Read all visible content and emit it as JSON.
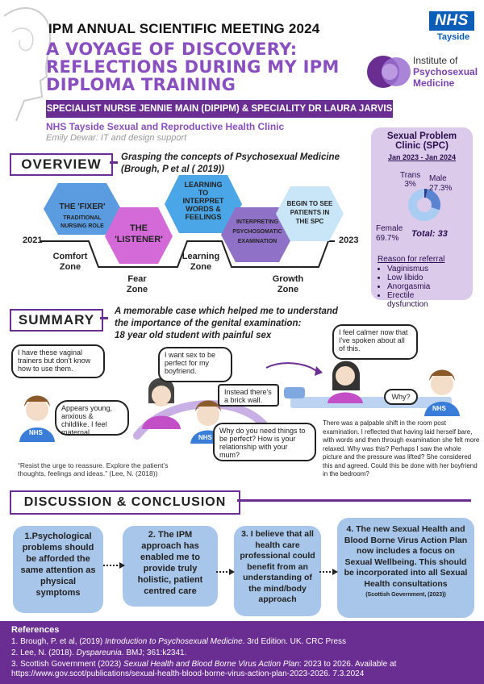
{
  "header": {
    "meeting": "IPM ANNUAL SCIENTIFIC MEETING 2024",
    "title_lines": [
      "A VOYAGE OF DISCOVERY:",
      "REFLECTIONS DURING MY IPM",
      "DIPLOMA TRAINING"
    ],
    "authors": "SPECIALIST NURSE JENNIE MAIN (DIPIPM) & SPECIALITY DR LAURA JARVIS (MIPM)",
    "clinic": "NHS Tayside Sexual and Reproductive Health  Clinic",
    "design_credit": "Emily Dewar: IT and design support"
  },
  "logos": {
    "nhs": "NHS",
    "tayside": "Tayside",
    "ipm_line1": "Institute of",
    "ipm_line2": "Psychosexual",
    "ipm_line3": "Medicine"
  },
  "overview": {
    "heading": "OVERVIEW",
    "subtitle_line1": "Grasping the concepts of Psychosexual Medicine",
    "subtitle_line2": "(Brough, P et al ( 2019))",
    "year_start": "2021",
    "year_end": "2023",
    "hex_fixer_title": "THE 'FIXER'",
    "hex_fixer_sub1": "TRADITIONAL",
    "hex_fixer_sub2": "NURSING ROLE",
    "hex_listener_1": "THE",
    "hex_listener_2": "'LISTENER'",
    "hex_learning_1": "LEARNING",
    "hex_learning_2": "TO",
    "hex_learning_3": "INTERPRET",
    "hex_learning_4": "WORDS &",
    "hex_learning_5": "FEELINGS",
    "hex_interp_1": "INTERPRETING",
    "hex_interp_2": "PSYCHOSOMATIC",
    "hex_interp_3": "EXAMINATION",
    "hex_begin_1": "BEGIN TO SEE",
    "hex_begin_2": "PATIENTS IN",
    "hex_begin_3": "THE SPC",
    "zone_comfort_1": "Comfort",
    "zone_comfort_2": "Zone",
    "zone_fear_1": "Fear",
    "zone_fear_2": "Zone",
    "zone_learning_1": "Learning",
    "zone_learning_2": "Zone",
    "zone_growth_1": "Growth",
    "zone_growth_2": "Zone"
  },
  "spc": {
    "title_line1": "Sexual Problem",
    "title_line2": "Clinic (SPC)",
    "period": "Jan 2023 - Jan 2024",
    "trans_label": "Trans",
    "trans_value": "3%",
    "male_label": "Male",
    "male_value": "27.3%",
    "female_label": "Female",
    "female_value": "69.7%",
    "total": "Total:  33",
    "referral_heading": "Reason for referral",
    "referral_reasons": [
      "Vaginismus",
      "Low libido",
      "Anorgasmia",
      "Erectile",
      "dysfunction"
    ]
  },
  "chart_data": {
    "type": "pie",
    "categories": [
      "Trans",
      "Male",
      "Female"
    ],
    "values": [
      3,
      27.3,
      69.7
    ],
    "colors": [
      "#2d3a8c",
      "#5a84cf",
      "#a9cdf2"
    ]
  },
  "summary": {
    "heading": "SUMMARY",
    "subtitle_line1": "A memorable case which helped me to understand",
    "subtitle_line2": "the importance of the genital examination:",
    "subtitle_line3": "18 year old student with painful sex",
    "bubble_trainers": "I have these vaginal trainers but don't know how to use them.",
    "bubble_appears": "Appears young, anxious & childlike. I feel maternal.",
    "bubble_perfect": "I want sex to be perfect for my boyfriend.",
    "bubble_brickwall": "Instead there's a brick wall.",
    "bubble_why_perfect": "Why do you need things to be perfect? How is your relationship with your mum?",
    "bubble_calmer": "I feel calmer now that I've spoken about all of this.",
    "bubble_why": "Why?",
    "nhs_badge": "NHS",
    "case_text": "There was a palpable shift in the room post examination. I reflected that having laid herself bare, with words and then through examination she felt more relaxed. Why was this? Perhaps I saw the whole picture and the pressure was lifted? She considered this and agreed. Could this be done with her boyfriend in the bedroom?",
    "quote_line1": "“Resist the urge to reassure. Explore the patient’s",
    "quote_line2": "thoughts, feelings and ideas.” (Lee, N. (2018))"
  },
  "discussion": {
    "heading": "DISCUSSION & CONCLUSION",
    "point1": "1.Psychological problems should be afforded the same attention as physical symptoms",
    "point2": "2. The IPM approach has enabled me to provide  truly holistic, patient centred care",
    "point3": "3. I believe that all health care professional could benefit from an understanding of the mind/body approach",
    "point4": "4. The new Sexual Health and Blood Borne Virus Action Plan now includes a focus on Sexual Wellbeing. This should be incorporated into all Sexual Health consultations",
    "point4_cite": "(Scottish Government, (2023))"
  },
  "references": {
    "heading": "References",
    "ref1_a": "1.  Brough, P. et al, (2019) ",
    "ref1_italic": "Introduction to Psychosexual Medicine",
    "ref1_b": ". 3rd Edition. UK. CRC Press",
    "ref2_a": "2.  Lee, N. (2018). ",
    "ref2_italic": "Dyspareunia",
    "ref2_b": ". BMJ; 361:k2341.",
    "ref3_a": "3.  Scottish Government (2023) ",
    "ref3_italic": "Sexual Health and Blood Borne Virus Action Plan",
    "ref3_b": ": 2023 to 2026. Available at",
    "ref3_url": "https://www.gov.scot/publications/sexual-health-blood-borne-virus-action-plan-2023-2026. 7.3.2024"
  }
}
